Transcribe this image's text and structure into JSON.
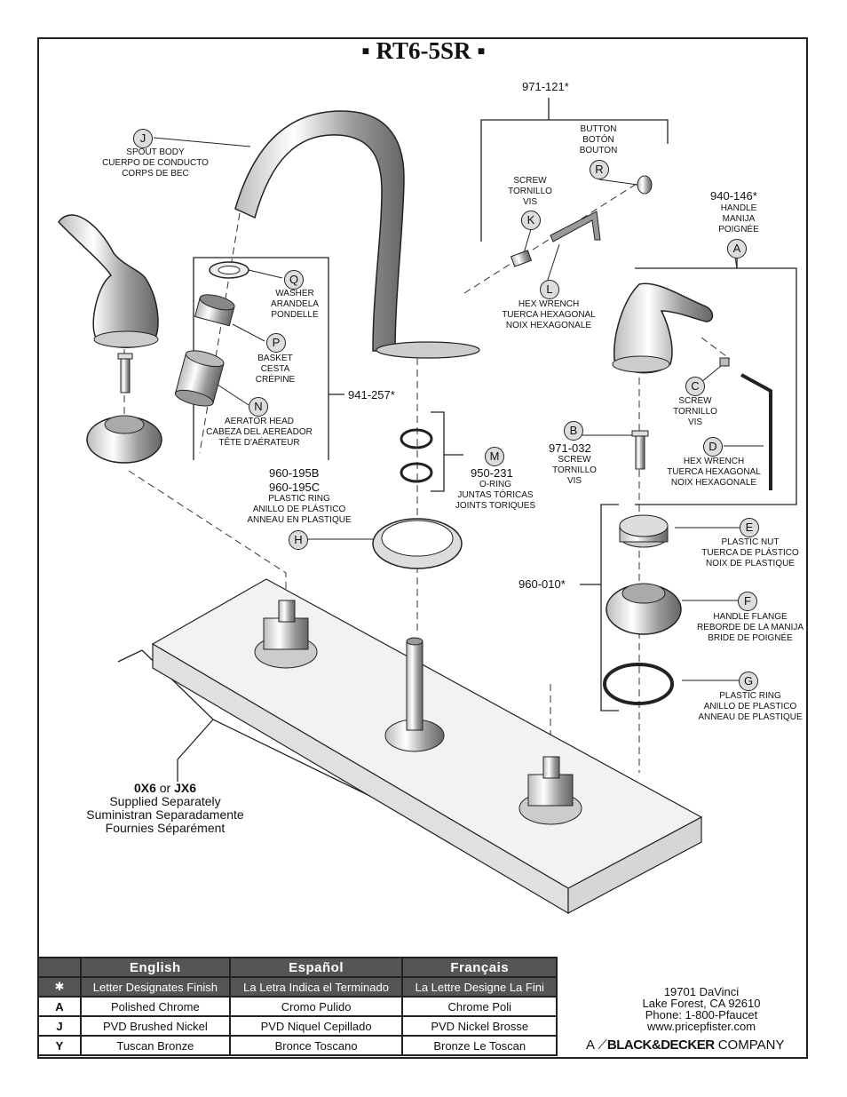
{
  "title": "▪ RT6-5SR ▪",
  "parts": {
    "J": {
      "letter": "J",
      "lines": [
        "SPOUT BODY",
        "CUERPO DE CONDUCTO",
        "CORPS DE BEC"
      ]
    },
    "Q": {
      "letter": "Q",
      "lines": [
        "WASHER",
        "ARANDELA",
        "PONDELLE"
      ]
    },
    "P": {
      "letter": "P",
      "lines": [
        "BASKET",
        "CESTA",
        "CRÉPINE"
      ]
    },
    "N": {
      "letter": "N",
      "lines": [
        "AERATOR HEAD",
        "CABEZA DEL AEREADOR",
        "TÊTE D'AÉRATEUR"
      ]
    },
    "H": {
      "letter": "H",
      "lines": [
        "PLASTIC RING",
        "ANILLO DE PLÁSTICO",
        "ANNEAU EN PLASTIQUE"
      ]
    },
    "M": {
      "letter": "M",
      "lines": [
        "O-RING",
        "JUNTAS TÓRICAS",
        "JOINTS TORIQUES"
      ]
    },
    "R": {
      "letter": "R",
      "lines": [
        "BUTTON",
        "BOTÓN",
        "BOUTON"
      ]
    },
    "K": {
      "letter": "K",
      "lines": [
        "SCREW",
        "TORNILLO",
        "VIS"
      ]
    },
    "L": {
      "letter": "L",
      "lines": [
        "HEX WRENCH",
        "TUERCA HEXAGONAL",
        "NOIX HEXAGONALE"
      ]
    },
    "A": {
      "letter": "A",
      "lines": [
        "HANDLE",
        "MANIJA",
        "POIGNÉE"
      ]
    },
    "C": {
      "letter": "C",
      "lines": [
        "SCREW",
        "TORNILLO",
        "VIS"
      ]
    },
    "D": {
      "letter": "D",
      "lines": [
        "HEX WRENCH",
        "TUERCA HEXAGONAL",
        "NOIX HEXAGONALE"
      ]
    },
    "B": {
      "letter": "B",
      "lines": [
        "SCREW",
        "TORNILLO",
        "VIS"
      ]
    },
    "E": {
      "letter": "E",
      "lines": [
        "PLASTIC NUT",
        "TUERCA DE PLÁSTICO",
        "NOIX DE PLASTIQUE"
      ]
    },
    "F": {
      "letter": "F",
      "lines": [
        "HANDLE FLANGE",
        "REBORDE DE LA MANIJA",
        "BRIDE DE POIGNÉE"
      ]
    },
    "G": {
      "letter": "G",
      "lines": [
        "PLASTIC RING",
        "ANILLO DE PLASTICO",
        "ANNEAU DE PLASTIQUE"
      ]
    }
  },
  "part_numbers": {
    "button_kit": "971-121*",
    "handle_kit": "940-146*",
    "aerator_kit": "941-257*",
    "ring_b": "960-195B",
    "ring_c": "960-195C",
    "oring": "950-231",
    "screw_b": "971-032",
    "flange_kit": "960-010*"
  },
  "supplied": {
    "code_a": "0X6",
    "or": "or",
    "code_b": "JX6",
    "lines": [
      "Supplied Separately",
      "Suministran Separadamente",
      "Fournies Séparément"
    ]
  },
  "finish_table": {
    "headers": [
      "",
      "English",
      "Español",
      "Français"
    ],
    "star_row": [
      "✱",
      "Letter Designates Finish",
      "La Letra Indica el Terminado",
      "La Lettre Designe La Fini"
    ],
    "rows": [
      [
        "A",
        "Polished Chrome",
        "Cromo Pulido",
        "Chrome Poli"
      ],
      [
        "J",
        "PVD Brushed Nickel",
        "PVD Niquel Cepillado",
        "PVD Nickel Brosse"
      ],
      [
        "Y",
        "Tuscan Bronze",
        "Bronce Toscano",
        "Bronze Le Toscan"
      ]
    ]
  },
  "address": [
    "19701 DaVinci",
    "Lake Forest, CA 92610",
    "Phone: 1-800-Pfaucet",
    "www.pricepfister.com"
  ],
  "brand": {
    "prefix": "A",
    "name": "BLACK&DECKER",
    "suffix": "COMPANY"
  }
}
